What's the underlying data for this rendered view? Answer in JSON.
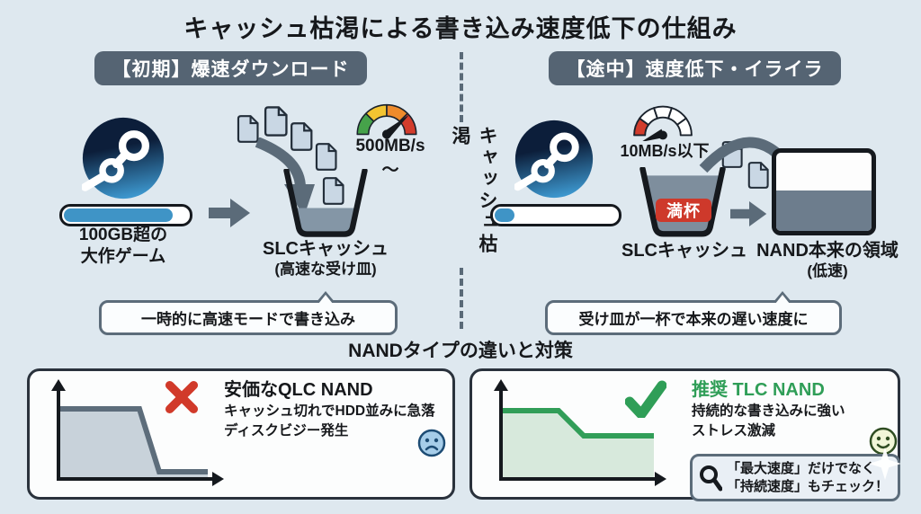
{
  "title": "キャッシュ枯渇による書き込み速度低下の仕組み",
  "divider_label": "キャッシュ枯渇",
  "initial": {
    "badge": "【初期】爆速ダウンロード",
    "game_line1": "100GB超の",
    "game_line2": "大作ゲーム",
    "speed": "500MB/s～",
    "cache_label": "SLCキャッシュ",
    "cache_note": "(高速な受け皿)",
    "callout": "一時的に高速モードで書き込み"
  },
  "midway": {
    "badge": "【途中】速度低下・イライラ",
    "speed": "10MB/s以下",
    "full_label": "満杯",
    "cache_label": "SLCキャッシュ",
    "nand_label": "NAND本来の領域",
    "nand_note": "(低速)",
    "callout": "受け皿が一杯で本来の遅い速度に"
  },
  "comparison": {
    "heading": "NANDタイプの違いと対策",
    "qlc": {
      "title": "安価なQLC NAND",
      "desc1": "キャッシュ切れでHDD並みに急落",
      "desc2": "ディスクビジー発生"
    },
    "tlc": {
      "title": "推奨 TLC NAND",
      "desc1": "持続的な書き込みに強い",
      "desc2": "ストレス激減",
      "tip1": "「最大速度」だけでなく",
      "tip2": "「持続速度」もチェック！"
    }
  },
  "colors": {
    "background": "#dee8ef",
    "badge_slate": "#556473",
    "steam_blue": "#3f94c6",
    "gauge_green": "#46a24a",
    "gauge_yellow": "#f3c431",
    "gauge_orange": "#ee8b2c",
    "gauge_red": "#d23c2c",
    "full_badge_red": "#ce392b",
    "qlc_line": "#5d6d7b",
    "tlc_green": "#2f9e57"
  }
}
